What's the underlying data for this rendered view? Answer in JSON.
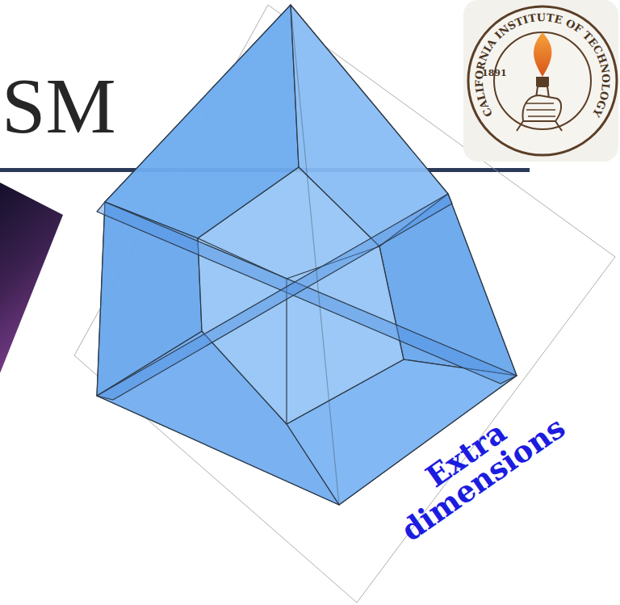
{
  "diagram": {
    "title": "SM",
    "labels": [
      "CALIFORNIA INSTITUTE OF TECHNOLOGY",
      "1891",
      "Extra dimensions"
    ]
  }
}
